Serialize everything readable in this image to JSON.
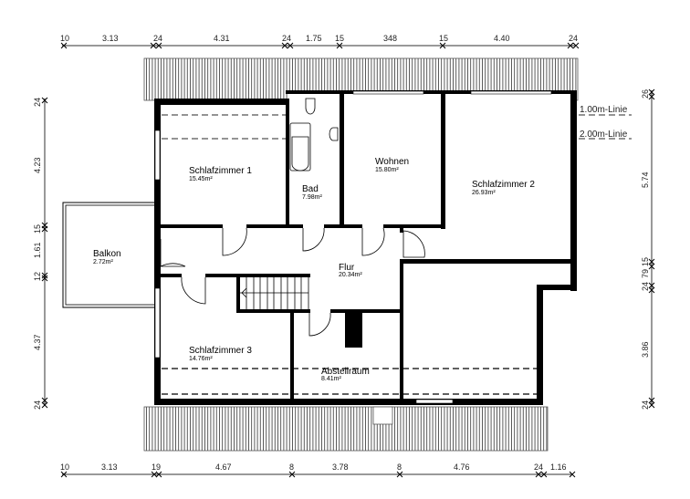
{
  "rooms": {
    "schlafzimmer1": {
      "name": "Schlafzimmer 1",
      "area": "15.45m²"
    },
    "bad": {
      "name": "Bad",
      "area": "7.98m²"
    },
    "wohnen": {
      "name": "Wohnen",
      "area": "15.80m²"
    },
    "schlafzimmer2": {
      "name": "Schlafzimmer 2",
      "area": "26.93m²"
    },
    "balkon": {
      "name": "Balkon",
      "area": "2.72m²"
    },
    "flur": {
      "name": "Flur",
      "area": "20.34m²"
    },
    "schlafzimmer3": {
      "name": "Schlafzimmer 3",
      "area": "14.76m²"
    },
    "abstellraum": {
      "name": "Abstellraum",
      "area": "8.41m²"
    }
  },
  "height_lines": [
    "1.00m-Linie",
    "2.00m-Linie"
  ],
  "dimensions": {
    "top": [
      "10",
      "3.13",
      "24",
      "4.31",
      "24",
      "1.75",
      "15",
      "348",
      "15",
      "4.40",
      "24"
    ],
    "bottom": [
      "10",
      "3.13",
      "19",
      "4.67",
      "8",
      "3.78",
      "8",
      "4.76",
      "24",
      "1.16"
    ],
    "left": [
      "24",
      "4.23",
      "15",
      "1.61",
      "12",
      "4.37",
      "24"
    ],
    "right": [
      "26",
      "5.74",
      "15",
      "79",
      "24",
      "3.86",
      "24"
    ]
  }
}
